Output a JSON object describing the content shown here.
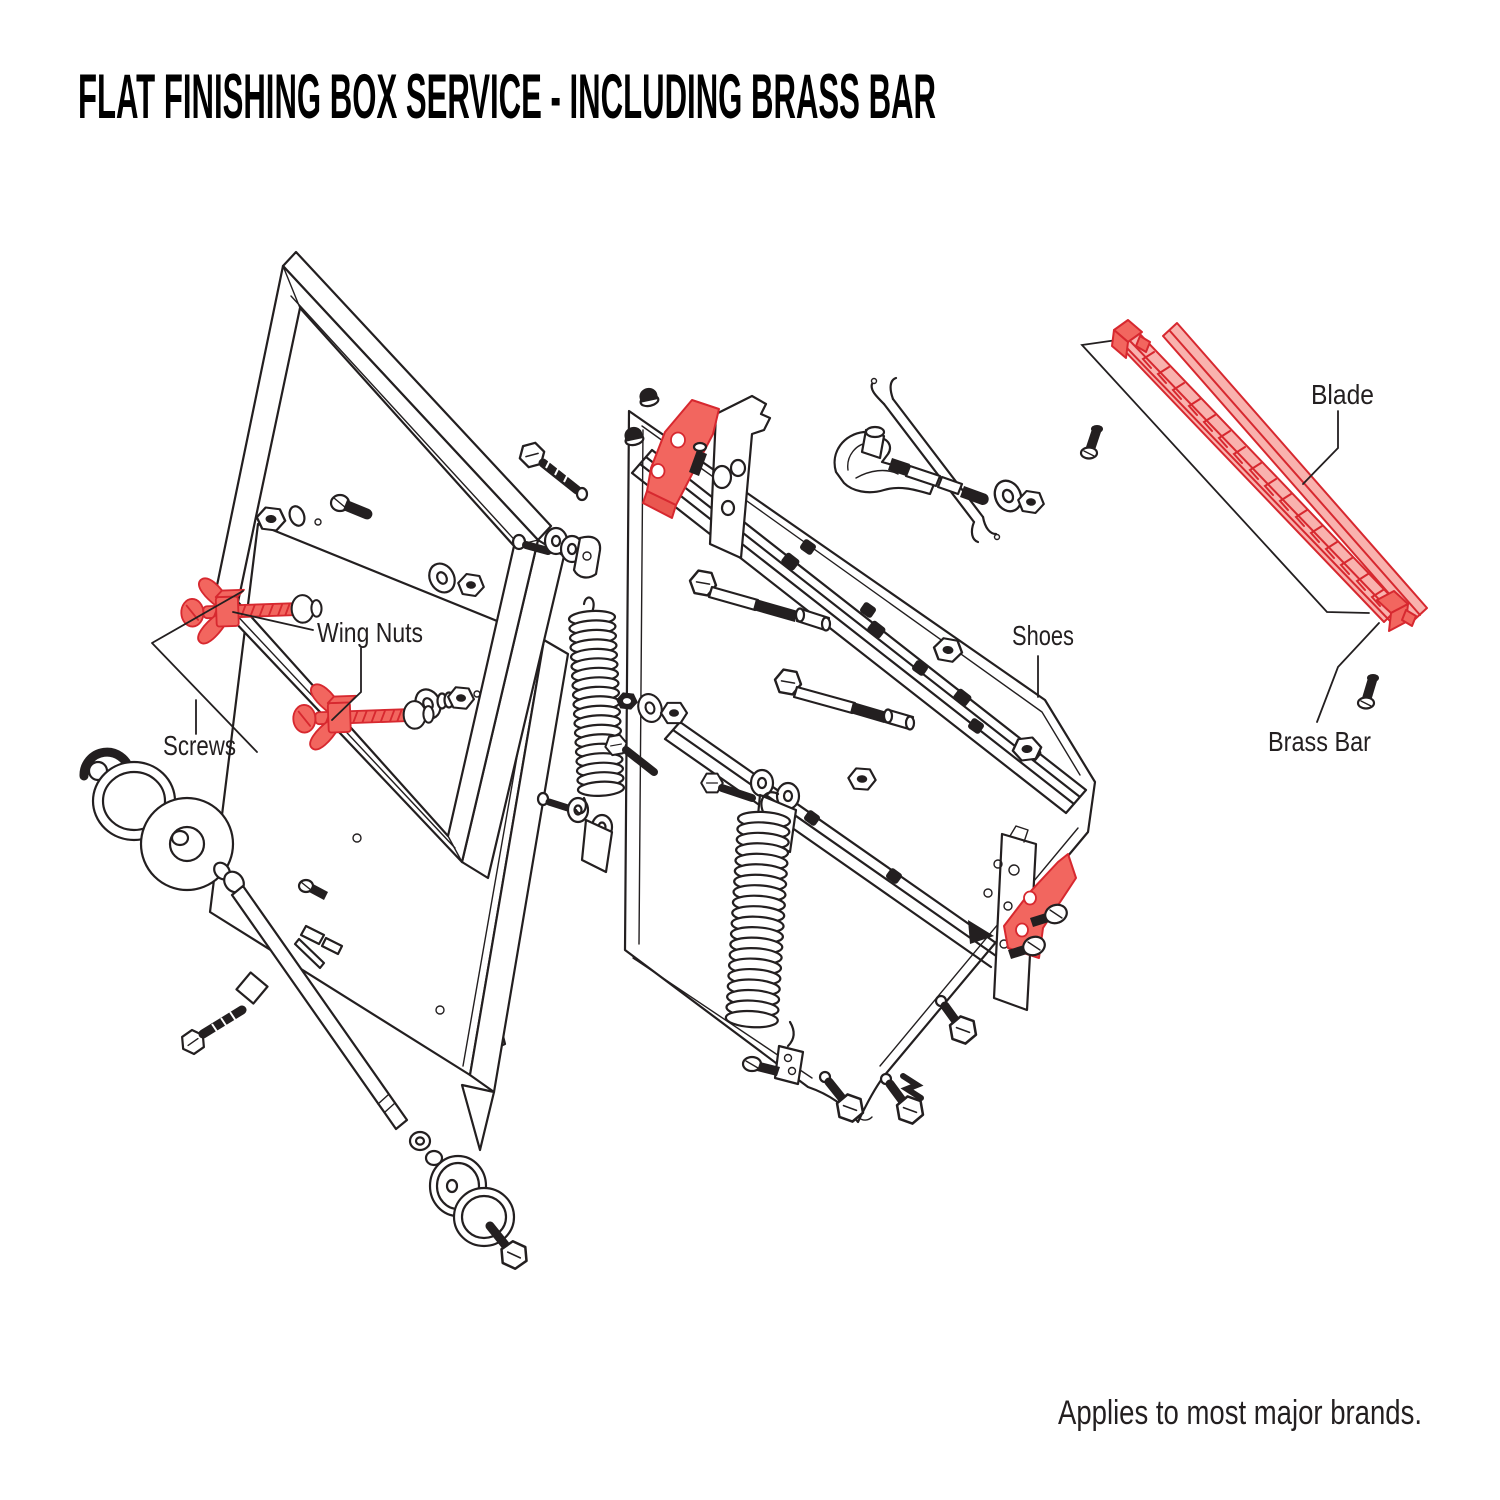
{
  "title": "FLAT FINISHING BOX SERVICE - INCLUDING BRASS BAR",
  "footnote": "Applies to most major brands.",
  "callouts": {
    "screws": "Screws",
    "wing_nuts": "Wing Nuts",
    "shoes": "Shoes",
    "blade": "Blade",
    "brass_bar": "Brass Bar"
  },
  "highlighted_parts": [
    "Screws",
    "Wing Nuts",
    "Shoes",
    "Blade",
    "Brass Bar"
  ],
  "colors": {
    "ink": "#231f20",
    "bg": "#ffffff",
    "hl_stroke": "#d7282f",
    "hl_fill": "#f2665f",
    "hl_fill_light": "#f9b2ae",
    "hl_fill_dark": "#ea5750"
  }
}
